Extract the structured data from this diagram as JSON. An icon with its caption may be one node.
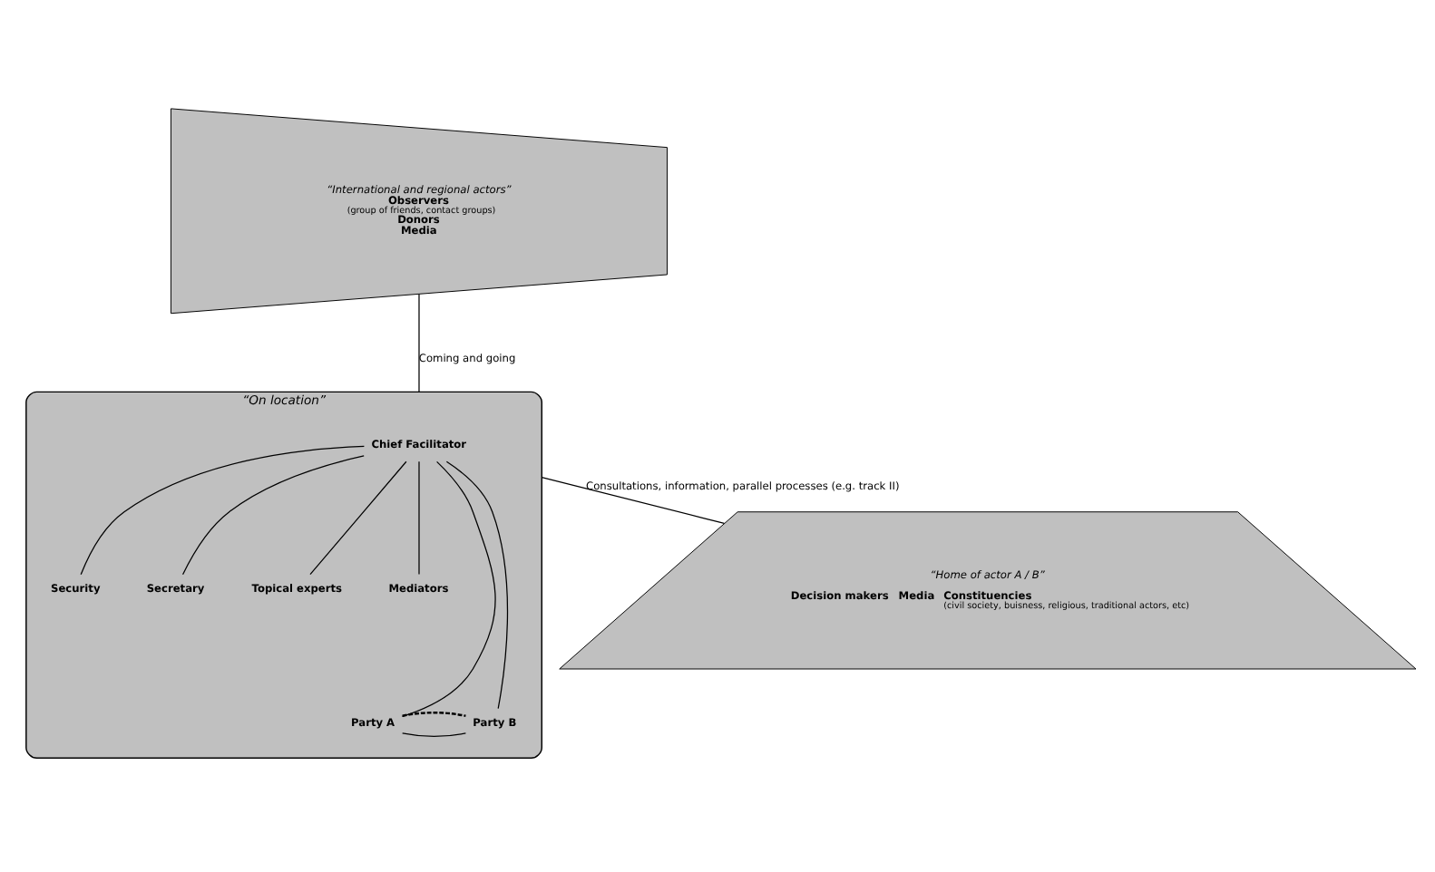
{
  "diagram": {
    "nodes": [
      {
        "text": [
          "“International and regional actors”",
          "Observers",
          "(group of friends, contact groups)",
          "Donors",
          "Media"
        ]
      },
      {
        "text": [
          "“On location”"
        ]
      },
      {
        "text": [
          "Chief Facilitator"
        ],
        "in": 1
      },
      {
        "text": [
          "Security"
        ],
        "in": 1
      },
      {
        "text": [
          "Secretary"
        ],
        "in": 1
      },
      {
        "text": [
          "Topical experts"
        ],
        "in": 1
      },
      {
        "text": [
          "Mediators"
        ],
        "in": 1
      },
      {
        "text": [
          "Party A"
        ],
        "in": 1
      },
      {
        "text": [
          "Party B"
        ],
        "in": 1
      },
      {
        "text": [
          "“Home of actor A / B”",
          "Decision makers",
          "Media",
          "Constituencies",
          "(civil society, buisness, religious, traditional actors, etc)"
        ]
      }
    ],
    "edges": [
      {
        "from": 0,
        "to": 1,
        "arrow": "none",
        "label": "Coming and going"
      },
      {
        "from": 2,
        "to": 3,
        "arrow": "none"
      },
      {
        "from": 2,
        "to": 4,
        "arrow": "none"
      },
      {
        "from": 2,
        "to": 5,
        "arrow": "none"
      },
      {
        "from": 2,
        "to": 6,
        "arrow": "none"
      },
      {
        "from": 2,
        "to": 7,
        "arrow": "none"
      },
      {
        "from": 2,
        "to": 8,
        "arrow": "none"
      },
      {
        "from": 7,
        "to": 8,
        "arrow": "none"
      },
      {
        "from": 7,
        "to": 8,
        "arrow": "none",
        "style": "dashed"
      },
      {
        "from": 1,
        "to": 9,
        "arrow": "none",
        "label": "Consultations, information, parallel processes (e.g. track II)"
      }
    ]
  }
}
